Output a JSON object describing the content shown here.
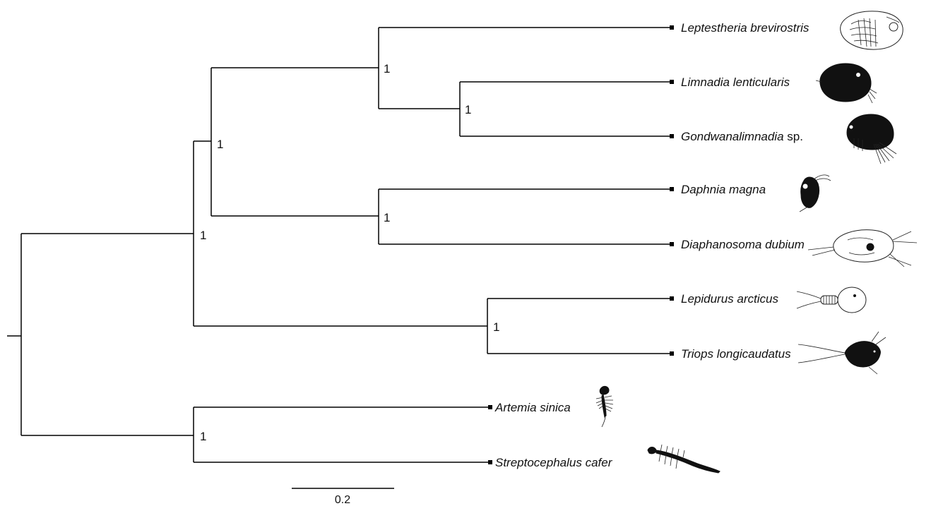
{
  "tree": {
    "taxa": [
      {
        "genus_species": "Leptestheria brevirostris",
        "suffix": ""
      },
      {
        "genus_species": "Limnadia lenticularis",
        "suffix": ""
      },
      {
        "genus_species": "Gondwanalimnadia",
        "suffix": " sp."
      },
      {
        "genus_species": "Daphnia magna",
        "suffix": ""
      },
      {
        "genus_species": "Diaphanosoma dubium",
        "suffix": ""
      },
      {
        "genus_species": "Lepidurus arcticus",
        "suffix": ""
      },
      {
        "genus_species": "Triops longicaudatus",
        "suffix": ""
      },
      {
        "genus_species": "Artemia sinica",
        "suffix": ""
      },
      {
        "genus_species": "Streptocephalus cafer",
        "suffix": ""
      }
    ],
    "support_values": {
      "lep_lim_gond": "1",
      "lim_gond": "1",
      "cladocera_spinicaudata": "1",
      "daph_diaph": "1",
      "phyllopoda": "1",
      "notostraca": "1",
      "anostraca": "1"
    },
    "scale_bar": {
      "label": "0.2"
    }
  }
}
